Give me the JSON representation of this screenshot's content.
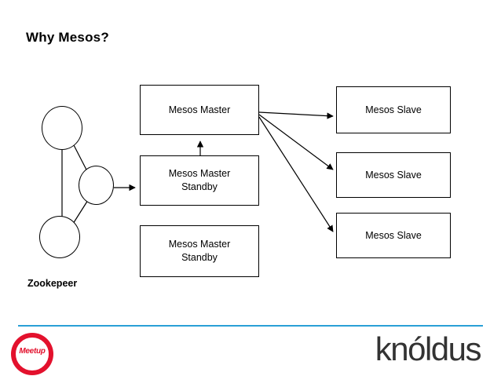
{
  "slide": {
    "title": "Why Mesos?",
    "zookeeper_label": "Zookepeer",
    "accent_color": "#2a9fd6",
    "brand": "knóldus",
    "meetup_badge_text": "Meetup",
    "meetup_badge_color": "#e3112d"
  },
  "diagram": {
    "type": "block-diagram",
    "masters": [
      {
        "id": "mesos-master",
        "label": "Mesos Master"
      },
      {
        "id": "mesos-master-standby-1",
        "label": "Mesos Master Standby"
      },
      {
        "id": "mesos-master-standby-2",
        "label": "Mesos Master Standby"
      }
    ],
    "slaves": [
      {
        "id": "mesos-slave-1",
        "label": "Mesos Slave"
      },
      {
        "id": "mesos-slave-2",
        "label": "Mesos Slave"
      },
      {
        "id": "mesos-slave-3",
        "label": "Mesos Slave"
      }
    ],
    "zookeeper_nodes": [
      {
        "id": "zk-node-top"
      },
      {
        "id": "zk-node-mid"
      },
      {
        "id": "zk-node-bottom"
      }
    ],
    "edges": [
      {
        "from": "zk-node-mid",
        "to": "mesos-master-standby-1",
        "arrow": true
      },
      {
        "from": "mesos-master-standby-1",
        "to": "mesos-master",
        "arrow": true
      },
      {
        "from": "mesos-master",
        "to": "mesos-slave-1",
        "arrow": true
      },
      {
        "from": "mesos-master",
        "to": "mesos-slave-2",
        "arrow": true
      },
      {
        "from": "mesos-master",
        "to": "mesos-slave-3",
        "arrow": true
      },
      {
        "from": "zk-node-top",
        "to": "zk-node-bottom",
        "arrow": false
      },
      {
        "from": "zk-node-top",
        "to": "zk-node-mid",
        "arrow": false
      },
      {
        "from": "zk-node-mid",
        "to": "zk-node-bottom",
        "arrow": false
      }
    ]
  }
}
